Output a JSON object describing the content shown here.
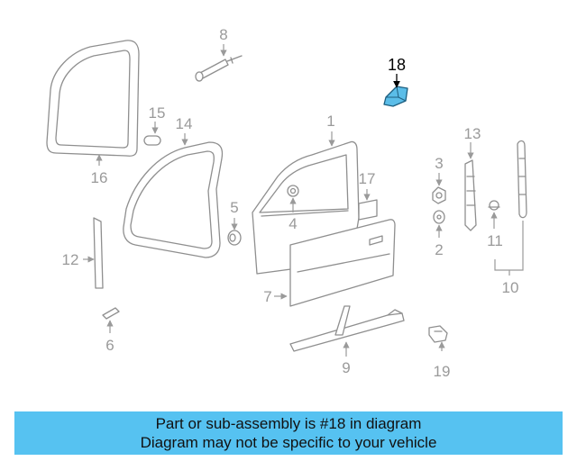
{
  "diagram": {
    "highlighted_part": "18",
    "highlight_color": "#5bbde8",
    "callouts": [
      "1",
      "2",
      "3",
      "4",
      "5",
      "6",
      "7",
      "8",
      "9",
      "10",
      "11",
      "12",
      "13",
      "14",
      "15",
      "16",
      "17",
      "18",
      "19"
    ]
  },
  "banner": {
    "line1": "Part or sub-assembly is #18 in diagram",
    "line2": "Diagram may not be specific to your vehicle",
    "background": "#56c2f1"
  }
}
